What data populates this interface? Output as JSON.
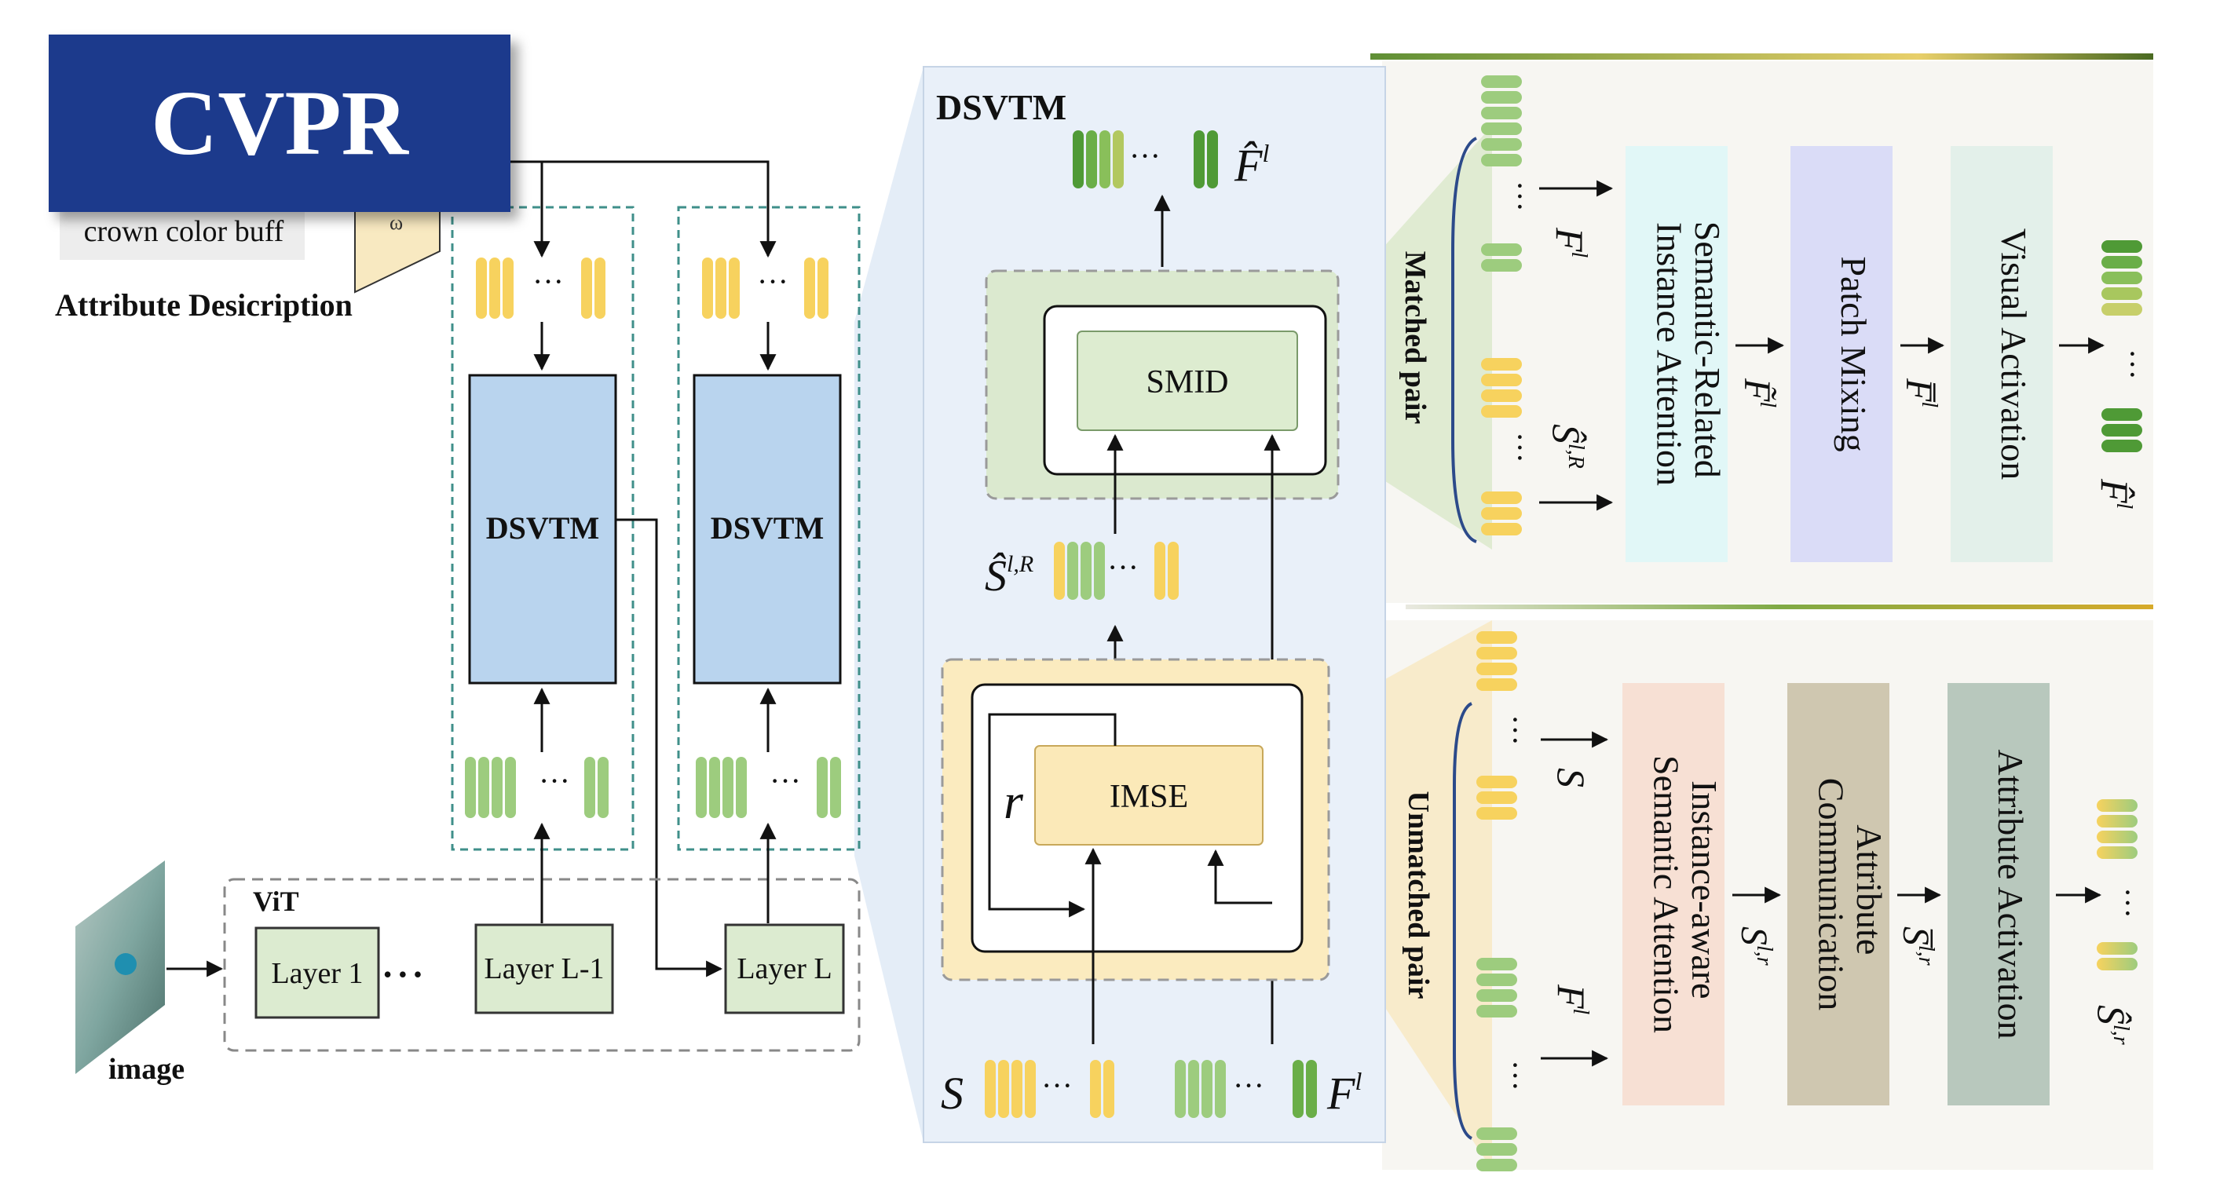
{
  "badge": "CVPR",
  "attr_text_fragment": "crown color buff",
  "attr_title": "Attribute Desicription",
  "image_label": "image",
  "vit_label": "ViT",
  "layers": [
    "Layer 1",
    "Layer L-1",
    "Layer L"
  ],
  "ellipsis_dots": "• • •",
  "dsvtm_block": "DSVTM",
  "dsvtm_title": "DSVTM",
  "smid": "SMID",
  "imse": "IMSE",
  "r_label": "r",
  "dots": "···",
  "sym": {
    "F_hat": "F̂",
    "F": "F",
    "F_tilde": "F̃",
    "F_bar": "F̅",
    "S": "S",
    "S_hat": "Ŝ",
    "S_bar": "S̅",
    "sup_l": "l",
    "sup_lR": "l,R",
    "sup_lr": "l,r"
  },
  "matched_label": "Matched pair",
  "unmatched_label": "Unmatched pair",
  "matched_modules": [
    "Semantic-Related\nInstance Attention",
    "Patch Mixing",
    "Visual Activation"
  ],
  "unmatched_modules": [
    "Instance-aware\nSemantic Attention",
    "Attribute\nCommunication",
    "Attribute Activation"
  ],
  "colors": {
    "green_token": "#9dcc7e",
    "green_dark": "#4f9a36",
    "yellow_token": "#f7d25e",
    "dsvtm_fill": "#b9d4ee",
    "layer_fill": "#dcebd0",
    "smid_fill": "#ddecd0",
    "imse_fill": "#fbe9b8",
    "panel_blue": "#e9f0f9",
    "module_cyan": "#e1f7f7",
    "module_lavender": "#dadcf7",
    "module_mint": "#e3f0ea",
    "module_peach": "#f7e0d4",
    "module_taupe": "#cfc7b0",
    "module_sage": "#b8c8bd"
  }
}
